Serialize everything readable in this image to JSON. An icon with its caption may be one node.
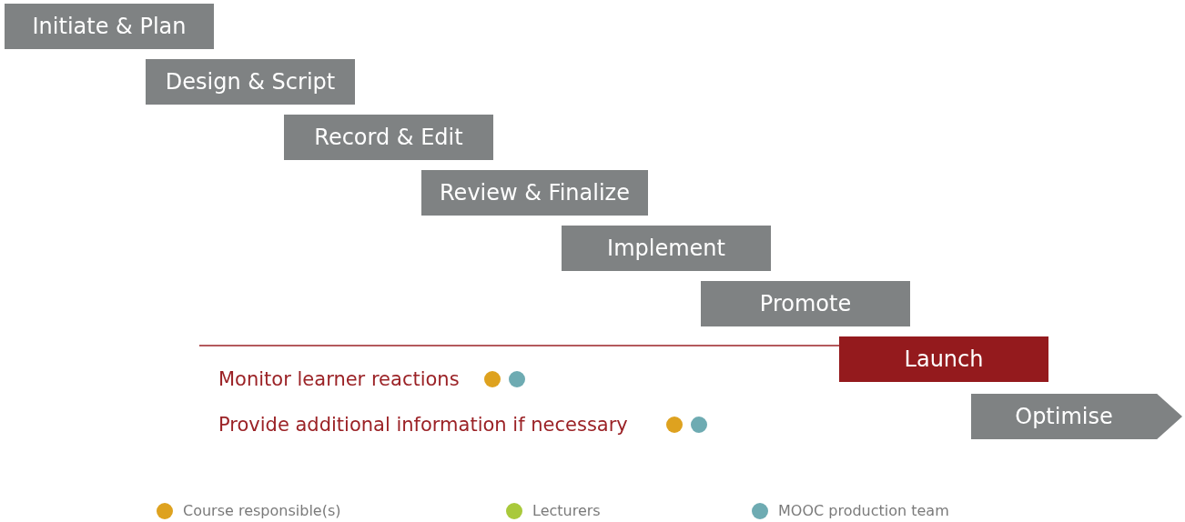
{
  "diagram": {
    "nodes": [
      {
        "text": [
          "Initiate & Plan"
        ]
      },
      {
        "text": [
          "Design & Script"
        ]
      },
      {
        "text": [
          "Record & Edit"
        ]
      },
      {
        "text": [
          "Review & Finalize"
        ]
      },
      {
        "text": [
          "Implement"
        ]
      },
      {
        "text": [
          "Promote"
        ]
      },
      {
        "text": [
          "Launch"
        ]
      },
      {
        "text": [
          "Optimise"
        ]
      }
    ],
    "edges": [],
    "labels": [
      "Monitor learner reactions",
      "Provide additional information if necessary"
    ],
    "legend": [
      {
        "text": "Course responsible(s)",
        "color": "#dea21f"
      },
      {
        "text": "Lecturers",
        "color": "#a9c93b"
      },
      {
        "text": "MOOC production team",
        "color": "#6eabb2"
      }
    ]
  }
}
